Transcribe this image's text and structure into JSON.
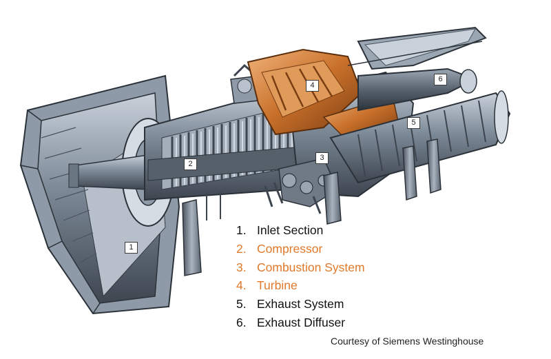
{
  "callouts": [
    "1",
    "2",
    "3",
    "4",
    "5",
    "6"
  ],
  "legend": [
    {
      "num": "1.",
      "label": "Inlet Section",
      "color": "#111111"
    },
    {
      "num": "2.",
      "label": "Compressor",
      "color": "#e2792a"
    },
    {
      "num": "3.",
      "label": "Combustion System",
      "color": "#e2792a"
    },
    {
      "num": "4.",
      "label": "Turbine",
      "color": "#e2792a"
    },
    {
      "num": "5.",
      "label": "Exhaust System",
      "color": "#111111"
    },
    {
      "num": "6.",
      "label": "Exhaust Diffuser",
      "color": "#111111"
    }
  ],
  "credit": "Courtesy of Siemens Westinghouse",
  "colors": {
    "metal_dark": "#3e4650",
    "metal_mid": "#7d8a98",
    "metal_light": "#c9d1da",
    "copper": "#c8702a"
  }
}
